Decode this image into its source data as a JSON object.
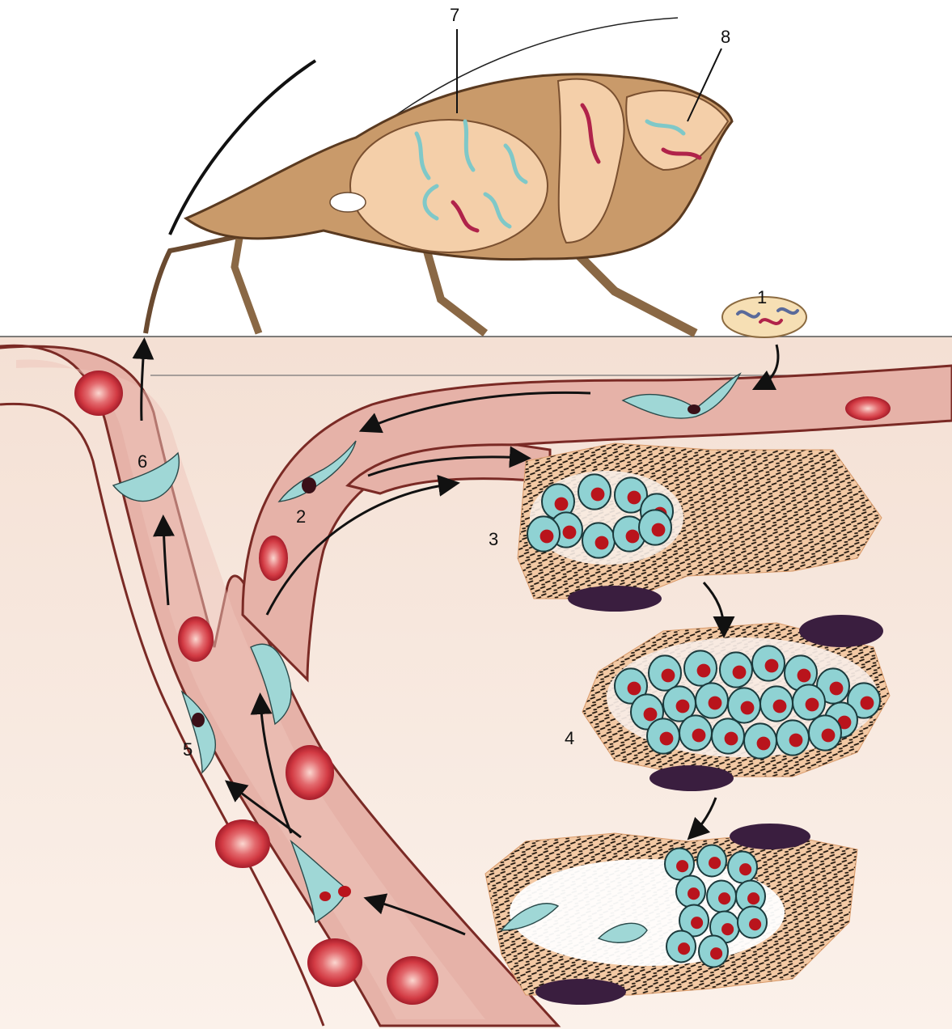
{
  "labels": {
    "stage1": "1",
    "stage2": "2",
    "stage3": "3",
    "stage4": "4",
    "stage5": "5",
    "stage6": "6",
    "stage7": "7",
    "stage8": "8"
  },
  "colors": {
    "skin": "#f8ebe2",
    "vessel": "#e2aaa0",
    "vessel_edge": "#7a2a25",
    "bug_body": "#c99a6a",
    "bug_inner": "#f2cba8",
    "muscle": "#f2c39c",
    "parasite": "#8fd2d3",
    "nucleus": "#b9141c",
    "rbc": "#d8454c",
    "macrophage": "#3a1e3f"
  }
}
